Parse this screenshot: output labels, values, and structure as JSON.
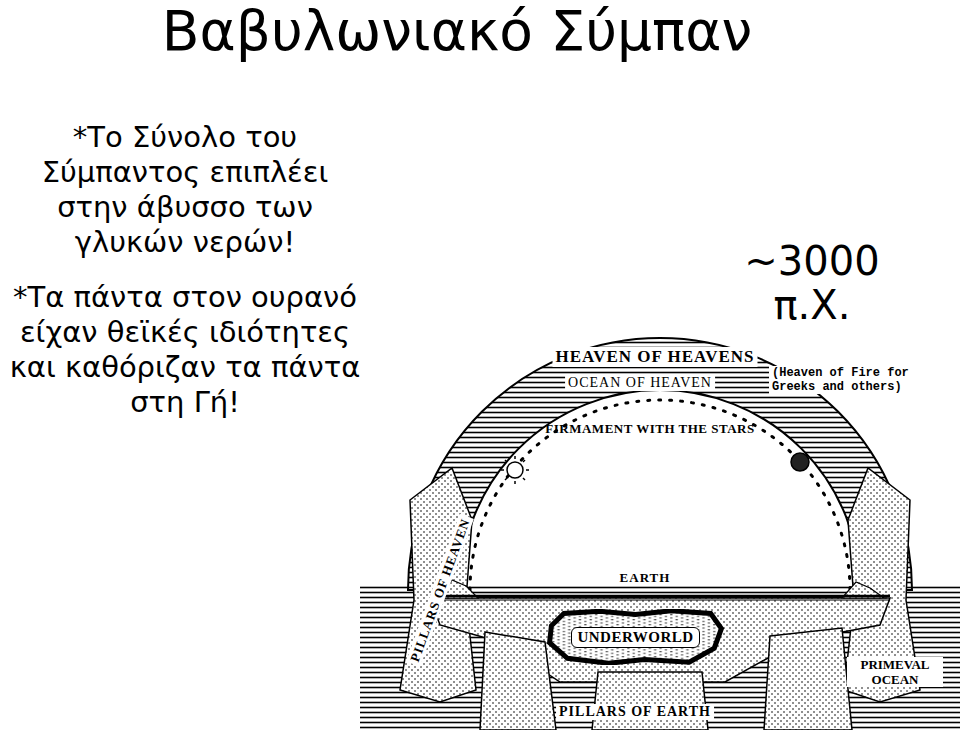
{
  "diagram": {
    "title": "Βαβυλωνιακό Σύμπαν",
    "nodes": [
      {
        "text": [
          "UNDERWORLD"
        ]
      }
    ],
    "labels": [
      "*Το Σύνολο του Σύμπαντος επιπλέει στην άβυσσο των γλυκών νερών!",
      "*Τα πάντα στον ουρανό είχαν θεϊκές ιδιότητες και καθόριζαν τα πάντα στη Γή!",
      "~3000 π.Χ.",
      "HEAVEN OF HEAVENS",
      "(Heaven of Fire for Greeks and others)",
      "OCEAN OF HEAVEN",
      "FIRMAMENT WITH THE STARS",
      "PILLARS OF HEAVEN",
      "EARTH",
      "PRIMEVAL OCEAN",
      "PILLARS OF EARTH"
    ]
  }
}
